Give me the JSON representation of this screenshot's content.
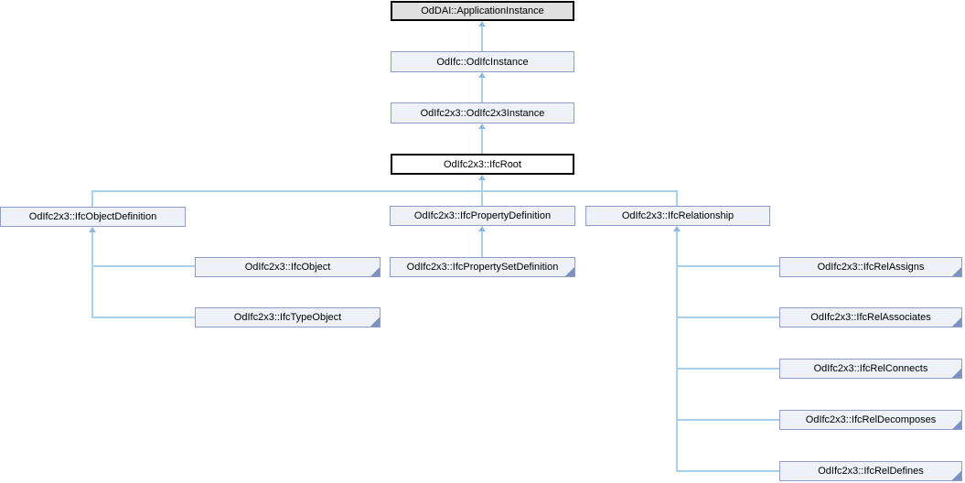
{
  "diagram": {
    "type": "class-inheritance-graph",
    "nodes": {
      "app_instance": {
        "label": "OdDAI::ApplicationInstance",
        "style": "grey-external"
      },
      "odifc_instance": {
        "label": "OdIfc::OdIfcInstance",
        "style": "link"
      },
      "odifc2x3_instance": {
        "label": "OdIfc2x3::OdIfc2x3Instance",
        "style": "link"
      },
      "ifc_root": {
        "label": "OdIfc2x3::IfcRoot",
        "style": "current"
      },
      "obj_def": {
        "label": "OdIfc2x3::IfcObjectDefinition",
        "style": "link"
      },
      "prop_def": {
        "label": "OdIfc2x3::IfcPropertyDefinition",
        "style": "link"
      },
      "relationship": {
        "label": "OdIfc2x3::IfcRelationship",
        "style": "link"
      },
      "ifc_object": {
        "label": "OdIfc2x3::IfcObject",
        "style": "link",
        "truncated": true
      },
      "prop_set_def": {
        "label": "OdIfc2x3::IfcPropertySetDefinition",
        "style": "link",
        "truncated": true
      },
      "rel_assigns": {
        "label": "OdIfc2x3::IfcRelAssigns",
        "style": "link",
        "truncated": true
      },
      "type_object": {
        "label": "OdIfc2x3::IfcTypeObject",
        "style": "link",
        "truncated": true
      },
      "rel_associates": {
        "label": "OdIfc2x3::IfcRelAssociates",
        "style": "link",
        "truncated": true
      },
      "rel_connects": {
        "label": "OdIfc2x3::IfcRelConnects",
        "style": "link",
        "truncated": true
      },
      "rel_decomposes": {
        "label": "OdIfc2x3::IfcRelDecomposes",
        "style": "link",
        "truncated": true
      },
      "rel_defines": {
        "label": "OdIfc2x3::IfcRelDefines",
        "style": "link",
        "truncated": true
      }
    },
    "edges": [
      "OdIfc::OdIfcInstance -> OdDAI::ApplicationInstance",
      "OdIfc2x3::OdIfc2x3Instance -> OdIfc::OdIfcInstance",
      "OdIfc2x3::IfcRoot -> OdIfc2x3::OdIfc2x3Instance",
      "OdIfc2x3::IfcObjectDefinition -> OdIfc2x3::IfcRoot",
      "OdIfc2x3::IfcPropertyDefinition -> OdIfc2x3::IfcRoot",
      "OdIfc2x3::IfcRelationship -> OdIfc2x3::IfcRoot",
      "OdIfc2x3::IfcObject -> OdIfc2x3::IfcObjectDefinition",
      "OdIfc2x3::IfcTypeObject -> OdIfc2x3::IfcObjectDefinition",
      "OdIfc2x3::IfcPropertySetDefinition -> OdIfc2x3::IfcPropertyDefinition",
      "OdIfc2x3::IfcRelAssigns -> OdIfc2x3::IfcRelationship",
      "OdIfc2x3::IfcRelAssociates -> OdIfc2x3::IfcRelationship",
      "OdIfc2x3::IfcRelConnects -> OdIfc2x3::IfcRelationship",
      "OdIfc2x3::IfcRelDecomposes -> OdIfc2x3::IfcRelationship",
      "OdIfc2x3::IfcRelDefines -> OdIfc2x3::IfcRelationship"
    ],
    "colors": {
      "background": "#FFFFFF",
      "link_node_fill": "#EEF1F8",
      "link_node_border": "#8E9CC6",
      "grey_node_fill": "#E0E0E0",
      "black_border": "#000000",
      "connector_line": "#A8D2EA",
      "arrowhead": "#8FB9DC",
      "fold_corner": "#7E92C1",
      "text": "#000000"
    }
  }
}
